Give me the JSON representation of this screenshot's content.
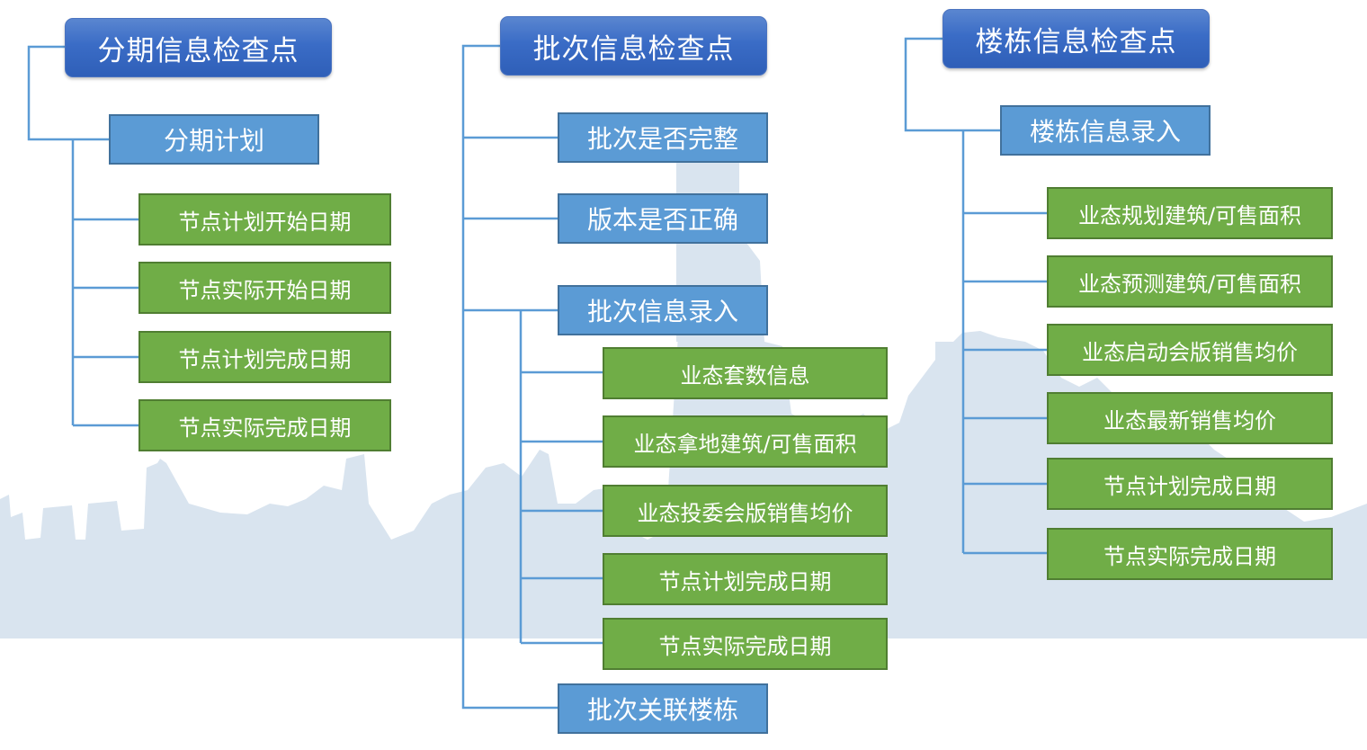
{
  "colors": {
    "root_blue": "#3a6cc6",
    "mid_blue": "#5b9bd5",
    "leaf_green": "#70ad47",
    "connector": "#5b9bd5",
    "skyline": "#d9e4ef"
  },
  "columns": [
    {
      "root": "分期信息检查点",
      "mids": [
        {
          "label": "分期计划",
          "leaves": [
            "节点计划开始日期",
            "节点实际开始日期",
            "节点计划完成日期",
            "节点实际完成日期"
          ]
        }
      ]
    },
    {
      "root": "批次信息检查点",
      "mids": [
        {
          "label": "批次是否完整",
          "leaves": []
        },
        {
          "label": "版本是否正确",
          "leaves": []
        },
        {
          "label": "批次信息录入",
          "leaves": [
            "业态套数信息",
            "业态拿地建筑/可售面积",
            "业态投委会版销售均价",
            "节点计划完成日期",
            "节点实际完成日期"
          ]
        },
        {
          "label": "批次关联楼栋",
          "leaves": []
        }
      ]
    },
    {
      "root": "楼栋信息检查点",
      "mids": [
        {
          "label": "楼栋信息录入",
          "leaves": [
            "业态规划建筑/可售面积",
            "业态预测建筑/可售面积",
            "业态启动会版销售均价",
            "业态最新销售均价",
            "节点计划完成日期",
            "节点实际完成日期"
          ]
        }
      ]
    }
  ]
}
